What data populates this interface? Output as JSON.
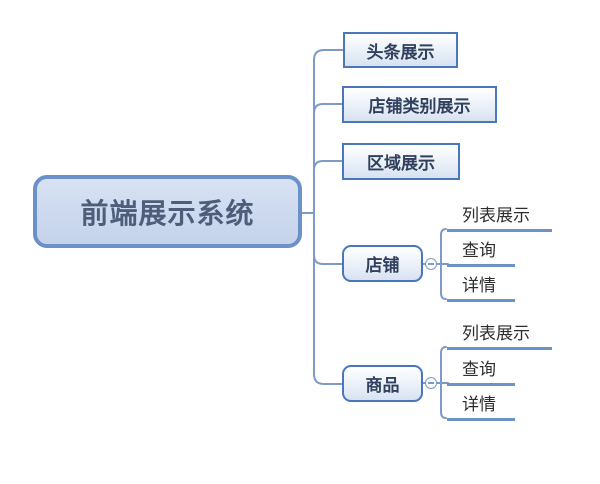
{
  "mindmap": {
    "root": {
      "label": "前端展示系统"
    },
    "branches": [
      {
        "id": "headline",
        "label": "头条展示"
      },
      {
        "id": "category",
        "label": "店铺类别展示"
      },
      {
        "id": "region",
        "label": "区域展示"
      },
      {
        "id": "shop",
        "label": "店铺",
        "collapsed": false,
        "children": [
          {
            "label": "列表展示"
          },
          {
            "label": "查询"
          },
          {
            "label": "详情"
          }
        ]
      },
      {
        "id": "product",
        "label": "商品",
        "collapsed": false,
        "children": [
          {
            "label": "列表展示"
          },
          {
            "label": "查询"
          },
          {
            "label": "详情"
          }
        ]
      }
    ],
    "colors": {
      "root_border": "#6b90ca",
      "root_fill": "#cdd9ee",
      "root_text": "#4e5e7a",
      "topic_border": "#4a76bb",
      "topic_fill_bottom": "#d7e2f1",
      "topic_text": "#31405e",
      "connector_line": "#7e9ac8",
      "child_underline": "#6b93c7",
      "child_text": "#2d2d2d",
      "background": "#ffffff"
    }
  }
}
